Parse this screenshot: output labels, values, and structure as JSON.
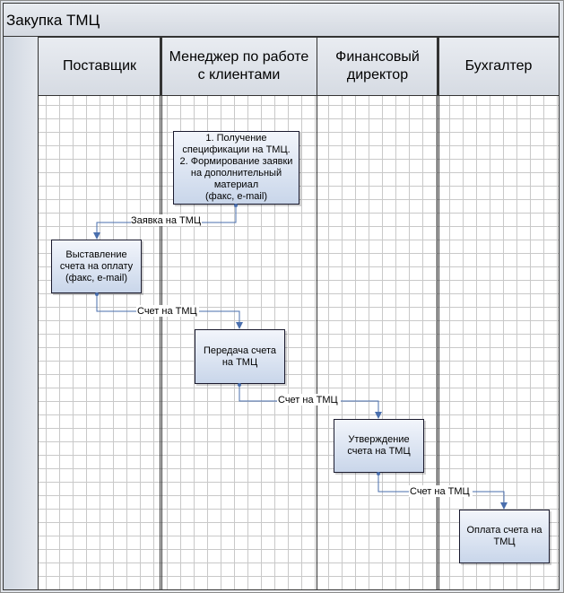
{
  "title": "Закупка ТМЦ",
  "lanes": [
    {
      "name": "Поставщик"
    },
    {
      "name": "Менеджер по работе\nс клиентами"
    },
    {
      "name": "Финансовый\nдиректор"
    },
    {
      "name": "Бухгалтер"
    }
  ],
  "nodes": {
    "n1": "1. Получение\nспецификации на ТМЦ.\n2. Формирование заявки\nна дополнительный\nматериал\n(факс, e-mail)",
    "n2": "Выставление\nсчета на оплату\n(факс, e-mail)",
    "n3": "Передача счета\nна ТМЦ",
    "n4": "Утверждение\nсчета на ТМЦ",
    "n5": "Оплата счета на\nТМЦ"
  },
  "edges": [
    {
      "from": "n1",
      "to": "n2",
      "label": "Заявка на ТМЦ"
    },
    {
      "from": "n2",
      "to": "n3",
      "label": "Счет на ТМЦ"
    },
    {
      "from": "n3",
      "to": "n4",
      "label": "Счет на ТМЦ"
    },
    {
      "from": "n4",
      "to": "n5",
      "label": "Счет на ТМЦ"
    }
  ],
  "colors": {
    "connector": "#4a6fae",
    "border": "#333333"
  }
}
